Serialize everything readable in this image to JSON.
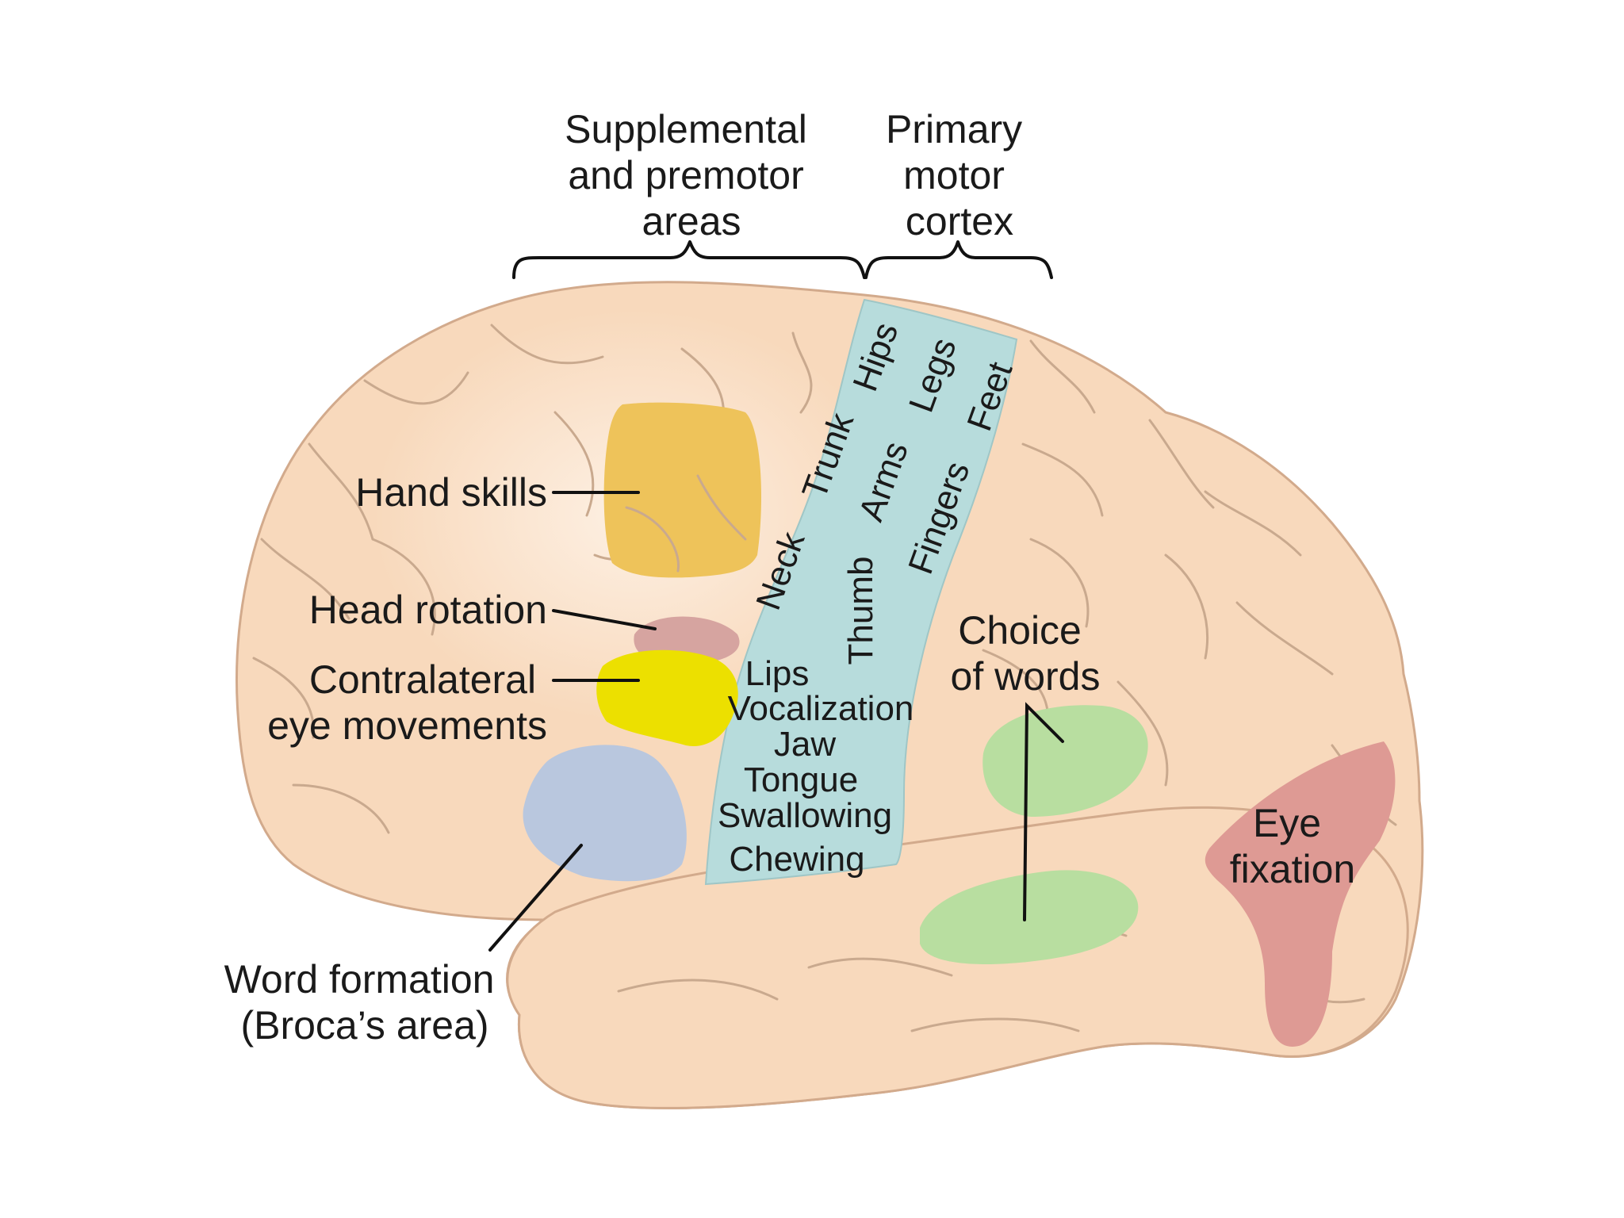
{
  "colors": {
    "brain_fill": "#f8d9bc",
    "brain_highlight": "#fcebdb",
    "motor_strip": "#b7dcdc",
    "hand_skills": "#eec35a",
    "head_rotation": "#d6a4a0",
    "eye_movements": "#ece000",
    "broca": "#b9c7de",
    "choice_of_words": "#b8dea0",
    "eye_fixation": "#de9a94"
  },
  "labels": {
    "supplemental": [
      "Supplemental",
      "and premotor",
      "areas"
    ],
    "primary_motor": [
      "Primary",
      "motor",
      "cortex"
    ],
    "hand_skills": "Hand skills",
    "head_rotation": "Head rotation",
    "eye_movements": [
      "Contralateral",
      "eye movements"
    ],
    "word_formation": [
      "Word formation",
      "(Broca’s area)"
    ],
    "choice_of_words": [
      "Choice",
      "of words"
    ],
    "eye_fixation": [
      "Eye",
      "fixation"
    ]
  },
  "motor_strip": {
    "rotated": [
      "Hips",
      "Legs",
      "Feet",
      "Trunk",
      "Arms",
      "Fingers",
      "Neck",
      "Thumb"
    ],
    "stacked": [
      "Lips",
      "Vocalization",
      "Jaw",
      "Tongue",
      "Swallowing",
      "Chewing"
    ]
  }
}
